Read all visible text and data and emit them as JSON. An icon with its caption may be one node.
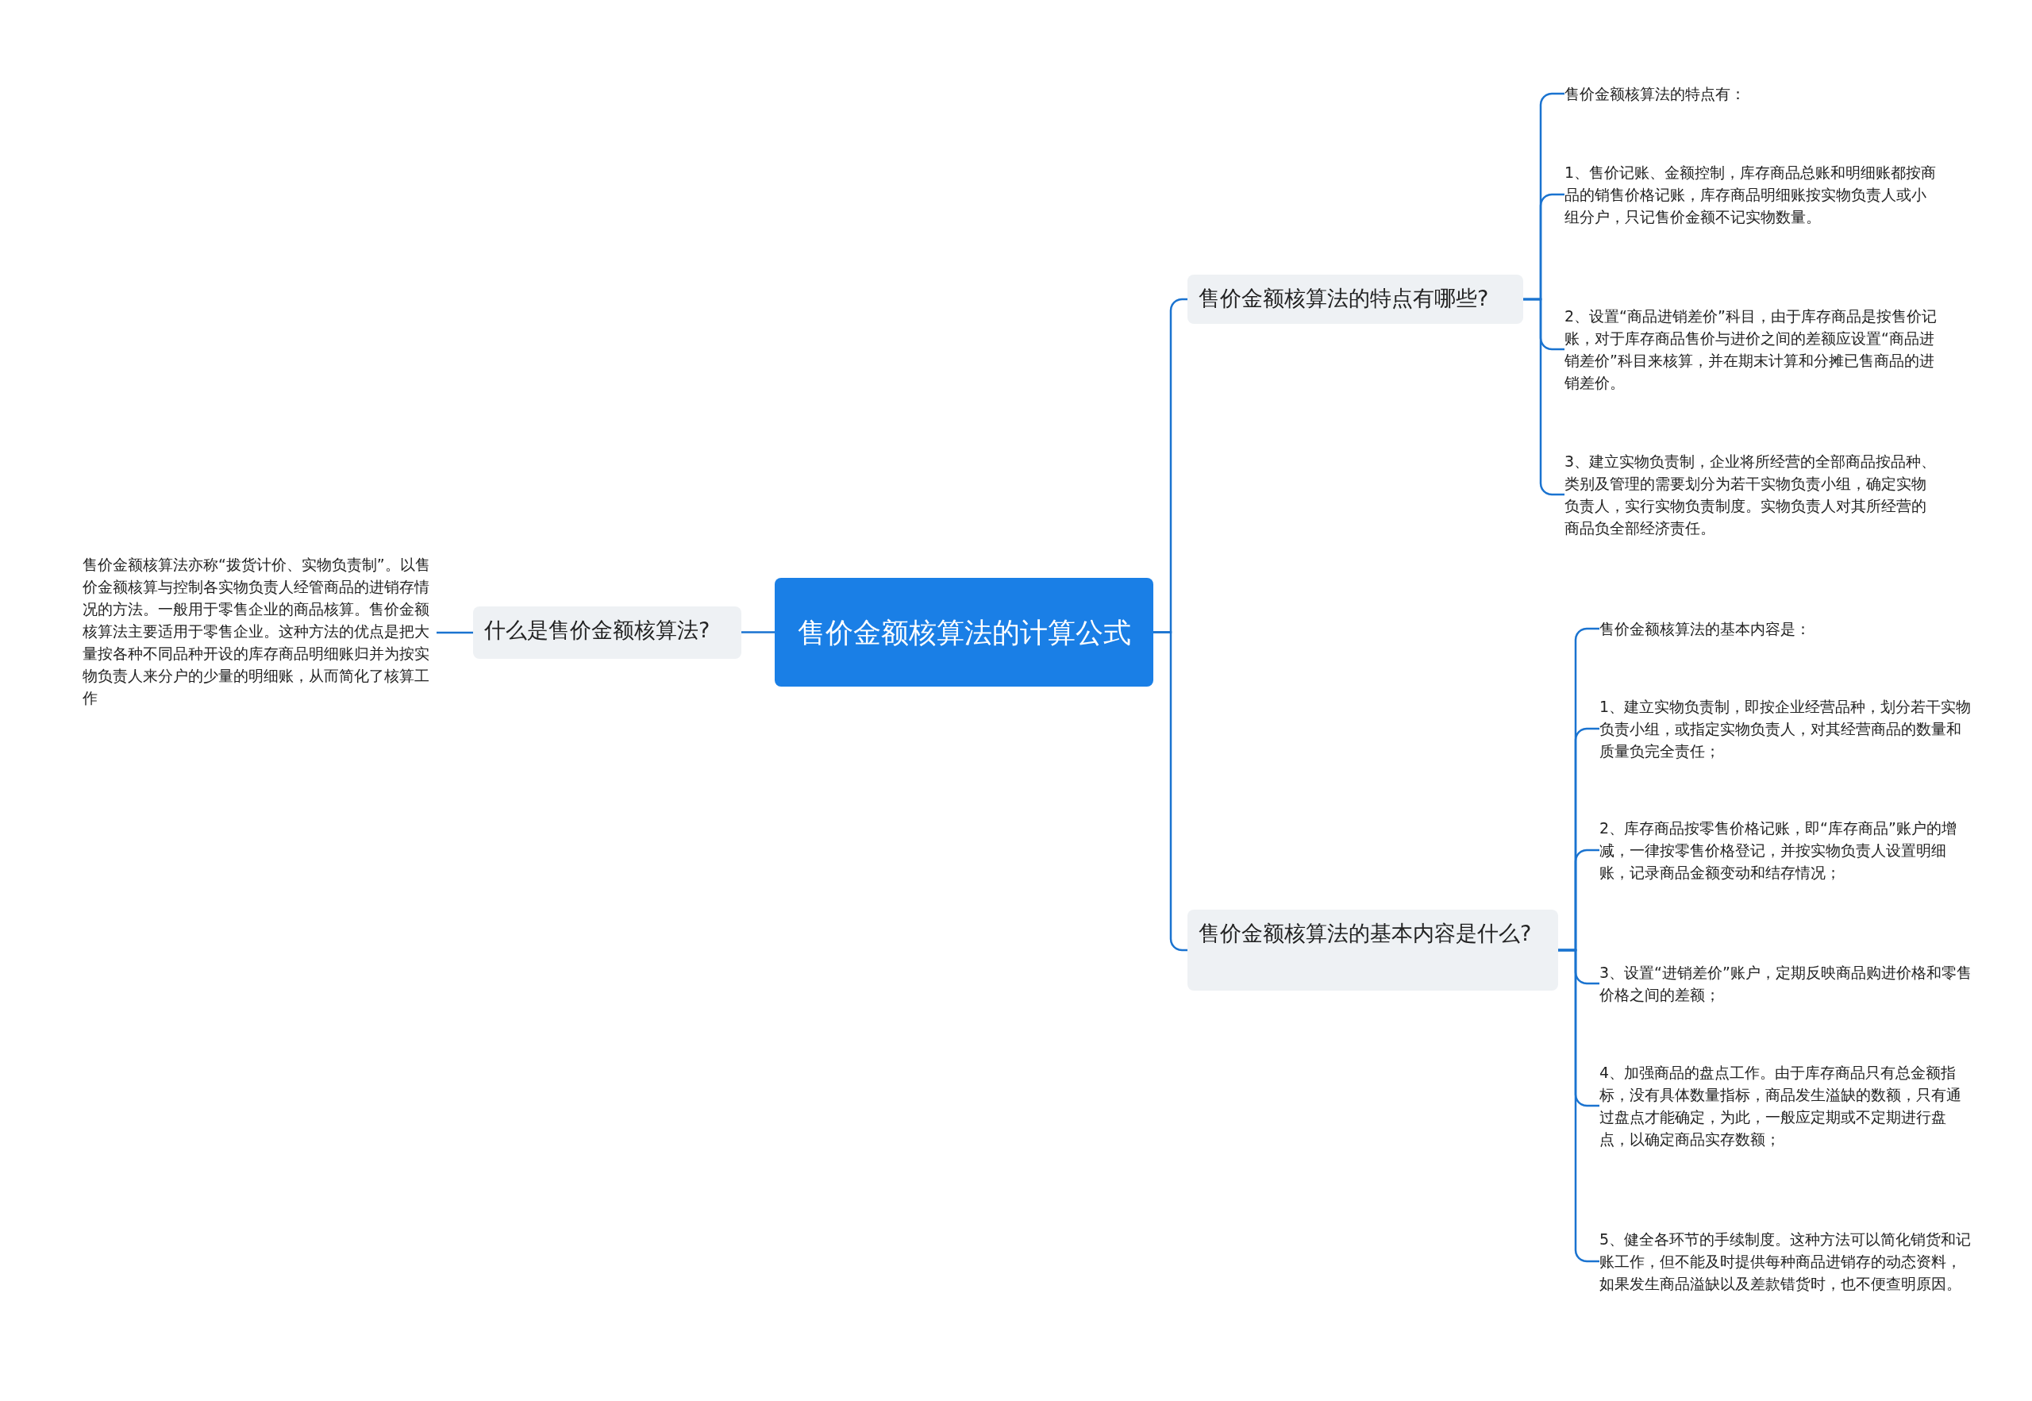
{
  "diagram": {
    "nodes": [
      {
        "text": [
          "售价金额核算法的计算公式"
        ]
      },
      {
        "text": [
          "什么是售价金额核算法?"
        ]
      },
      {
        "text": [
          "售价金额核算法亦称“拨货计价、实物负责制”。以售价金额核算与控制各实物负责人经管商品的进销存情况的方法。一般用于零售企业的商品核算。售价金额核算法主要适用于零售企业。这种方法的优点是把大量按各种不同品种开设的库存商品明细账归并为按实物负责人来分户的少量的明细账，从而简化了核算工作"
        ]
      },
      {
        "text": [
          "售价金额核算法的特点有哪些?"
        ]
      },
      {
        "text": [
          "售价金额核算法的特点有："
        ]
      },
      {
        "text": [
          "1、售价记账、金额控制，库存商品总账和明细账都按商品的销售价格记账，库存商品明细账按实物负责人或小组分户，只记售价金额不记实物数量。"
        ]
      },
      {
        "text": [
          "2、设置“商品进销差价”科目，由于库存商品是按售价记账，对于库存商品售价与进价之间的差额应设置“商品进销差价”科目来核算，并在期末计算和分摊已售商品的进销差价。"
        ]
      },
      {
        "text": [
          "3、建立实物负责制，企业将所经营的全部商品按品种、类别及管理的需要划分为若干实物负责小组，确定实物负责人，实行实物负责制度。实物负责人对其所经营的商品负全部经济责任。"
        ]
      },
      {
        "text": [
          "售价金额核算法的基本内容是什么?"
        ]
      },
      {
        "text": [
          "售价金额核算法的基本内容是："
        ]
      },
      {
        "text": [
          "1、建立实物负责制，即按企业经营品种，划分若干实物负责小组，或指定实物负责人，对其经营商品的数量和质量负完全责任；"
        ]
      },
      {
        "text": [
          "2、库存商品按零售价格记账，即“库存商品”账户的增减，一律按零售价格登记，并按实物负责人设置明细账，记录商品金额变动和结存情况；"
        ]
      },
      {
        "text": [
          "3、设置“进销差价”账户，定期反映商品购进价格和零售价格之间的差额；"
        ]
      },
      {
        "text": [
          "4、加强商品的盘点工作。由于库存商品只有总金额指标，没有具体数量指标，商品发生溢缺的数额，只有通过盘点才能确定，为此，一般应定期或不定期进行盘点，以确定商品实存数额；"
        ]
      },
      {
        "text": [
          "5、健全各环节的手续制度。这种方法可以简化销货和记账工作，但不能及时提供每种商品进销存的动态资料，如果发生商品溢缺以及差款错货时，也不便查明原因。"
        ]
      }
    ],
    "edges": [
      {
        "from": 0,
        "to": 1,
        "arrow": "none"
      },
      {
        "from": 1,
        "to": 2,
        "arrow": "none"
      },
      {
        "from": 0,
        "to": 3,
        "arrow": "none"
      },
      {
        "from": 0,
        "to": 8,
        "arrow": "none"
      },
      {
        "from": 3,
        "to": 4,
        "arrow": "none"
      },
      {
        "from": 3,
        "to": 5,
        "arrow": "none"
      },
      {
        "from": 3,
        "to": 6,
        "arrow": "none"
      },
      {
        "from": 3,
        "to": 7,
        "arrow": "none"
      },
      {
        "from": 8,
        "to": 9,
        "arrow": "none"
      },
      {
        "from": 8,
        "to": 10,
        "arrow": "none"
      },
      {
        "from": 8,
        "to": 11,
        "arrow": "none"
      },
      {
        "from": 8,
        "to": 12,
        "arrow": "none"
      },
      {
        "from": 8,
        "to": 13,
        "arrow": "none"
      },
      {
        "from": 8,
        "to": 14,
        "arrow": "none"
      }
    ]
  }
}
